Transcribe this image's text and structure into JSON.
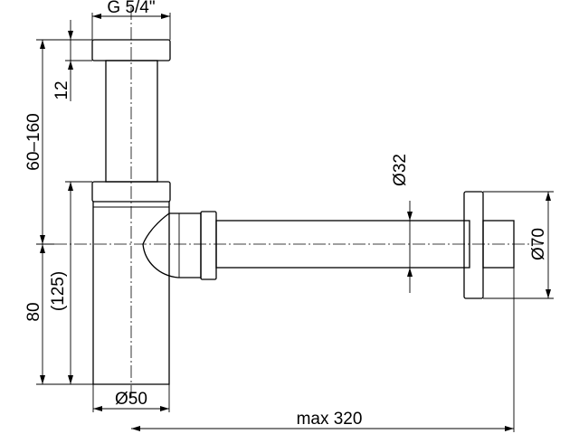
{
  "dimensions": {
    "thread": "G 5/4\"",
    "cap_height": "12",
    "height_range": "60–160",
    "body_height": "80",
    "body_height_alt": "(125)",
    "body_diameter": "Ø50",
    "pipe_diameter": "Ø32",
    "flange_diameter": "Ø70",
    "max_length": "max 320"
  }
}
